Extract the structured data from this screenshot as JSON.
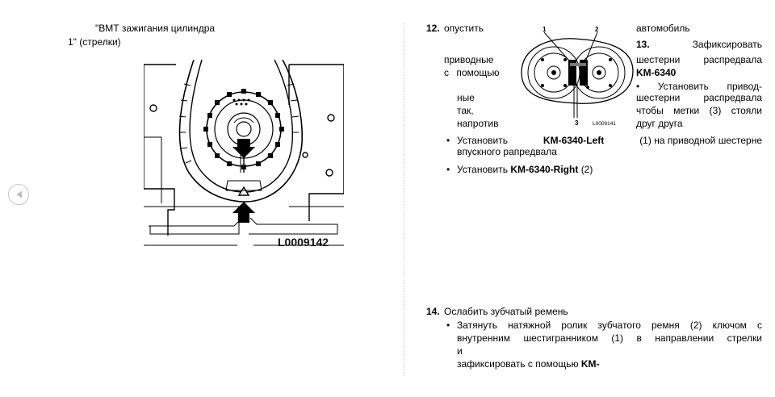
{
  "nav": {
    "prev_icon": "chevron-left-icon"
  },
  "left_caption": {
    "line1": "\"ВМТ зажигания цилиндра",
    "line2": "1\" (стрелки)"
  },
  "figure1": {
    "label": "L0009142"
  },
  "figure2": {
    "label": "L0009141",
    "callouts": [
      "1",
      "2",
      "3"
    ]
  },
  "step12": {
    "number": "12.",
    "title": "опустить",
    "title_right": "автомобиль",
    "left_fragments": [
      "приводные",
      "с помощью",
      "ные",
      "так,",
      "напротив"
    ],
    "step13_number": "13.",
    "step13_first": "Зафиксировать",
    "step13_line2": "шестерни распредвала",
    "step13_tool": "KM-6340",
    "step13_b1": "• Установить привод-",
    "step13_b2": "шестерни распредвала",
    "step13_b3": "чтобы метки (3) стояли",
    "step13_b4": "друг друга",
    "bullet1_pre": "Установить",
    "bullet1_tool": "KM-6340-Left",
    "bullet1_post": "(1) на приводной шестерне",
    "bullet1_line2": "впускного рапредвала",
    "bullet2_pre": "Установить",
    "bullet2_tool": "KM-6340-Right",
    "bullet2_post": "(2)"
  },
  "step14": {
    "number": "14.",
    "title": "Ослабить зубчатый ремень",
    "line1": "Затянуть натяжной ролик зубчатого ремня (2) ключом с",
    "line2": "внутренним шестигранником (1) в направлении стрелки",
    "line3": "и",
    "line4_pre": "зафиксировать с помощью",
    "line4_tool": "KM-"
  }
}
